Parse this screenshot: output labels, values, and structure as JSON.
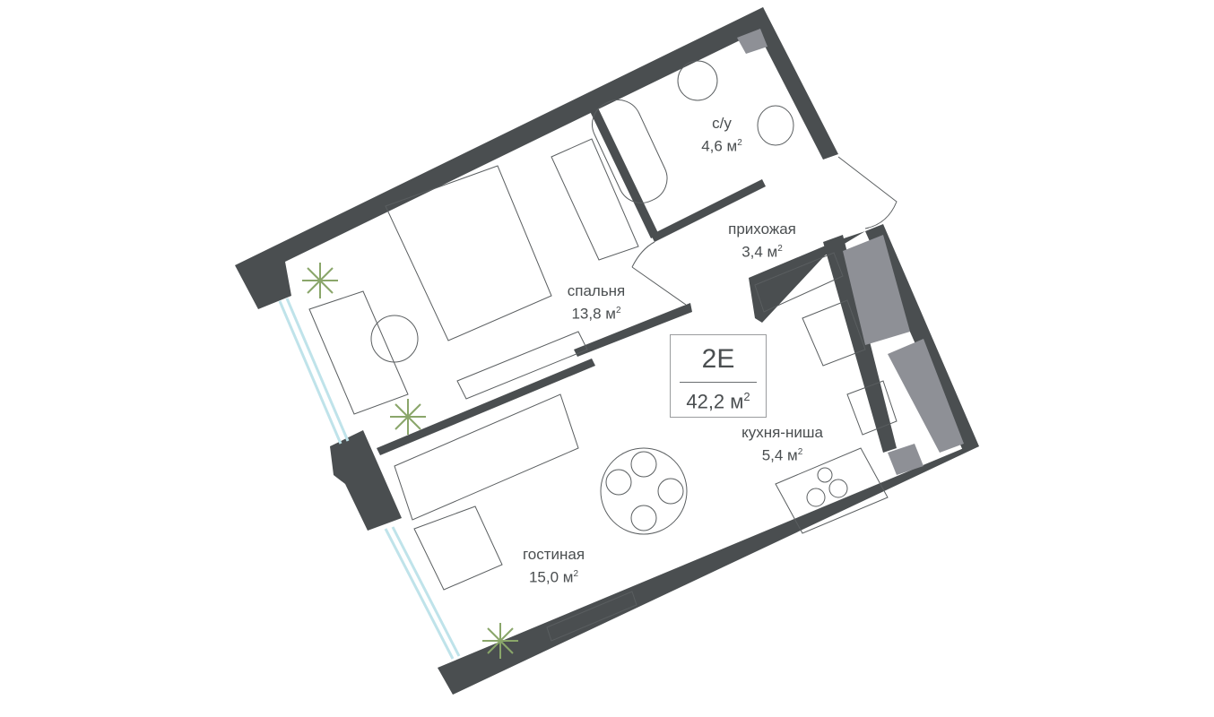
{
  "apartment": {
    "code": "2E",
    "total_area": "42,2 м",
    "area_unit_sup": "2"
  },
  "rooms": [
    {
      "name": "с/у",
      "area": "4,6 м",
      "sup": "2"
    },
    {
      "name": "прихожая",
      "area": "3,4 м",
      "sup": "2"
    },
    {
      "name": "спальня",
      "area": "13,8 м",
      "sup": "2"
    },
    {
      "name": "кухня-ниша",
      "area": "5,4 м",
      "sup": "2"
    },
    {
      "name": "гостиная",
      "area": "15,0 м",
      "sup": "2"
    }
  ],
  "colors": {
    "wall": "#4a4e50",
    "shaft": "#8e9096",
    "window": "#bfe3ea",
    "plant": "#8aa66a",
    "line": "#5a5e60"
  }
}
